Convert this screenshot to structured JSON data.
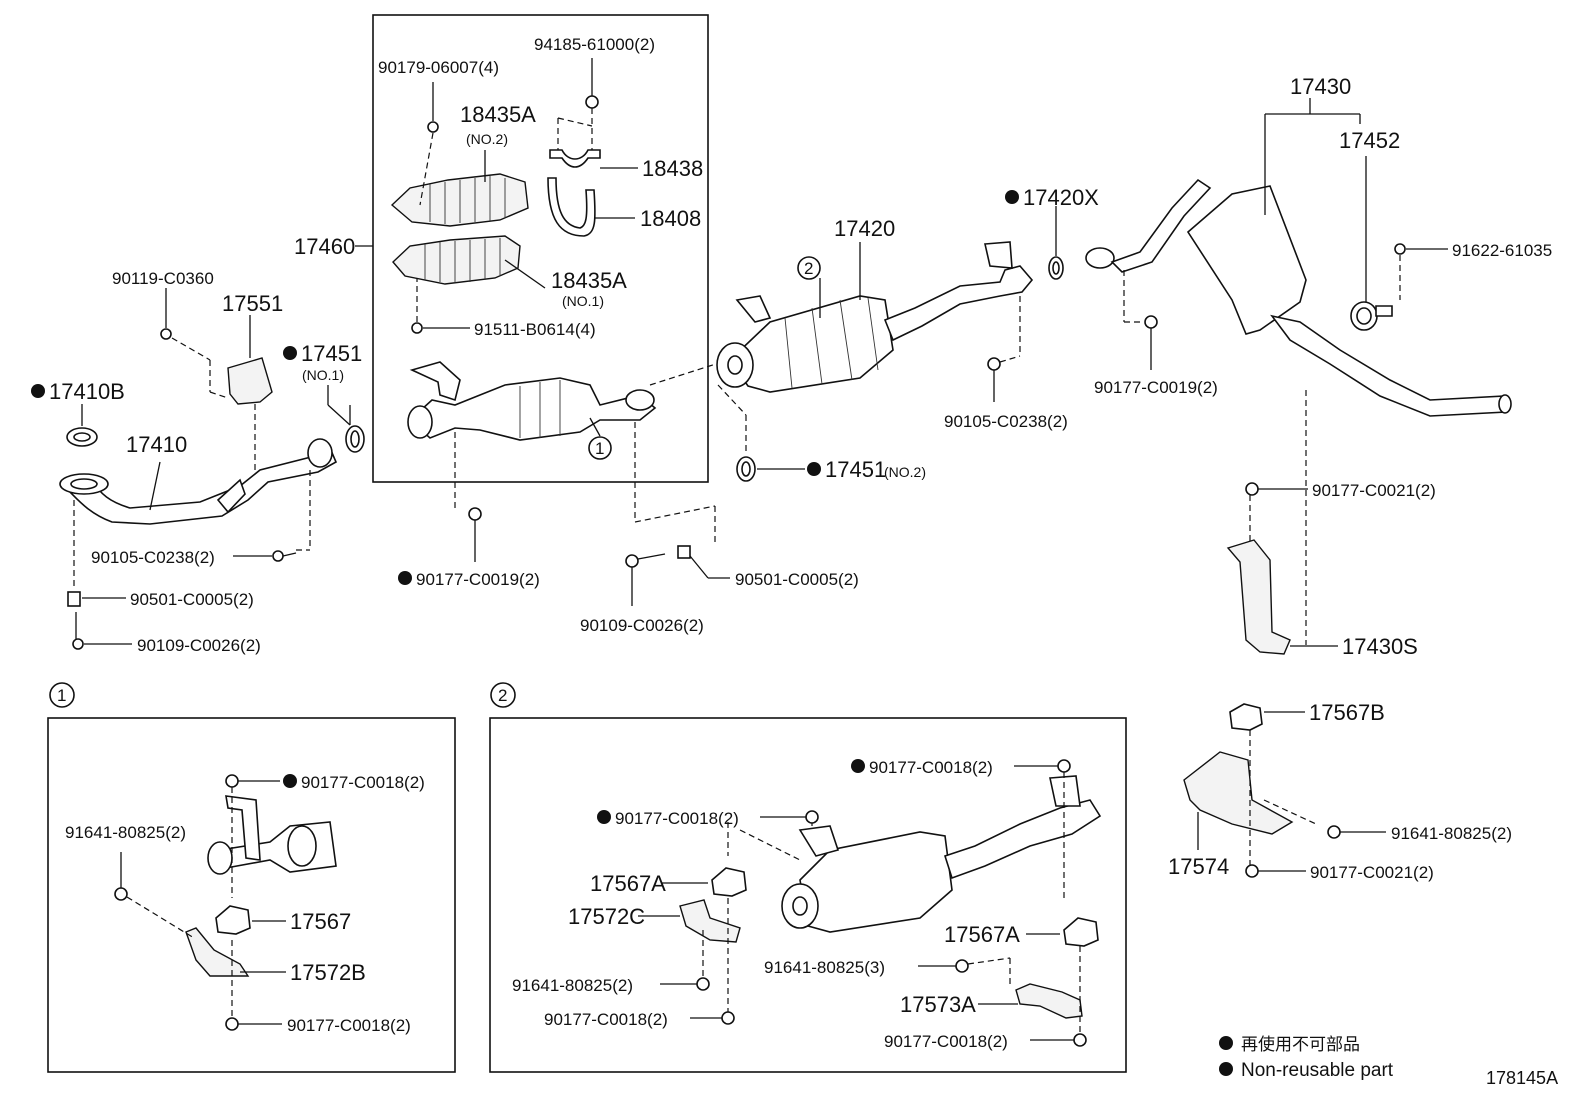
{
  "labels": {
    "p17460": "17460",
    "p90179": "90179-06007(4)",
    "p94185": "94185-61000(2)",
    "p18435a_no2": "18435A",
    "no2": "(NO.2)",
    "p18438": "18438",
    "p18408": "18408",
    "p18435a_no1": "18435A",
    "no1": "(NO.1)",
    "p91511": "91511-B0614(4)",
    "p90119": "90119-C0360",
    "p17551": "17551",
    "p17451a": "17451",
    "p17451a_sub": "(NO.1)",
    "p17410b": "17410B",
    "p17410": "17410",
    "p90105a": "90105-C0238(2)",
    "p90501a": "90501-C0005(2)",
    "p90109a": "90109-C0026(2)",
    "p90177_0019a": "90177-C0019(2)",
    "p90501b": "90501-C0005(2)",
    "p90109b": "90109-C0026(2)",
    "p17451b": "17451",
    "p17451b_sub": "(NO.2)",
    "p17420": "17420",
    "p17420x": "17420X",
    "p90105b": "90105-C0238(2)",
    "p17430": "17430",
    "p17452": "17452",
    "p91622": "91622-61035",
    "p90177_0019b": "90177-C0019(2)",
    "p90177_0021a": "90177-C0021(2)",
    "p17430s": "17430S",
    "p17567b": "17567B",
    "p17574": "17574",
    "p91641c": "91641-80825(2)",
    "p90177_0021b": "90177-C0021(2)",
    "circ1": "1",
    "circ2": "2",
    "inset1_num": "1",
    "inset2_num": "2",
    "i1_90177a": "90177-C0018(2)",
    "i1_91641": "91641-80825(2)",
    "i1_17567": "17567",
    "i1_17572b": "17572B",
    "i1_90177b": "90177-C0018(2)",
    "i2_90177a": "90177-C0018(2)",
    "i2_90177b": "90177-C0018(2)",
    "i2_17567a_l": "17567A",
    "i2_17572c": "17572C",
    "i2_91641a": "91641-80825(2)",
    "i2_90177c": "90177-C0018(2)",
    "i2_91641b": "91641-80825(3)",
    "i2_17567a_r": "17567A",
    "i2_17573a": "17573A",
    "i2_90177d": "90177-C0018(2)",
    "legend_jp": "再使用不可部品",
    "legend_en": "Non-reusable part",
    "figure_id": "178145A"
  },
  "colors": {
    "line": "#111111",
    "background": "#ffffff"
  }
}
